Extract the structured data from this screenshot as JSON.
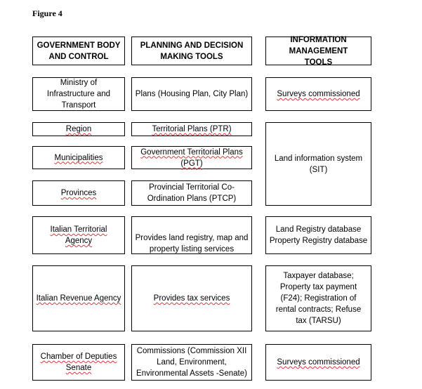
{
  "figure_title": "Figure 4",
  "headers": {
    "col1": "GOVERNMENT BODY AND CONTROL",
    "col2": "PLANNING AND DECISION MAKING TOOLS",
    "col3": "INFORMATION MANAGEMENT TOOLS"
  },
  "rows": {
    "ministry": "Ministry of Infrastructure and Transport",
    "ministry_plans": "Plans (Housing Plan, City Plan)",
    "ministry_info": "Surveys commissioned",
    "region": "Region",
    "region_plans": "Territorial Plans (PTR)",
    "municipalities": "Municipalities",
    "municipalities_plans": "Government Territorial Plans (PGT)",
    "land_info": "Land information system (SIT)",
    "provinces": "Provinces",
    "provinces_plans": "Provincial Territorial Co-Ordination Plans (PTCP)",
    "territorial_agency": "Italian Territorial Agency",
    "territorial_agency_plans": "Provides land registry, map and property listing services",
    "territorial_agency_info": "Land Registry database Property Registry database",
    "revenue_agency": "Italian Revenue Agency",
    "revenue_agency_plans": "Provides tax services",
    "revenue_agency_info": "Taxpayer database; Property tax payment (F24); Registration of rental contracts; Refuse tax (TARSU)",
    "chamber": "Chamber of Deputies Senate",
    "chamber_plans": "Commissions (Commission XII Land, Environment, Environmental Assets -Senate)",
    "chamber_info": "Surveys commissioned"
  }
}
